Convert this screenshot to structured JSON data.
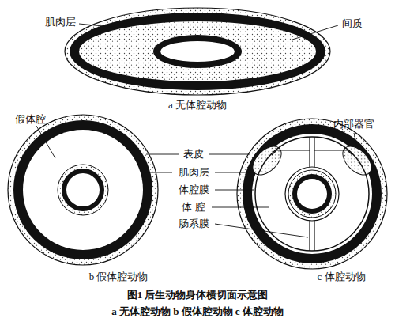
{
  "diagram": {
    "caption": "图1 后生动物身体横切面示意图",
    "labels": [
      "肌肉层",
      "间质",
      "a 无体腔动物",
      "内部器官",
      "假体腔",
      "表皮",
      "肌肉层",
      "体腔膜",
      "体 腔",
      "肠系膜",
      "b 假体腔动物",
      "c 体腔动物",
      "a 无体腔动物 b 假体腔动物 c 体腔动物"
    ]
  }
}
